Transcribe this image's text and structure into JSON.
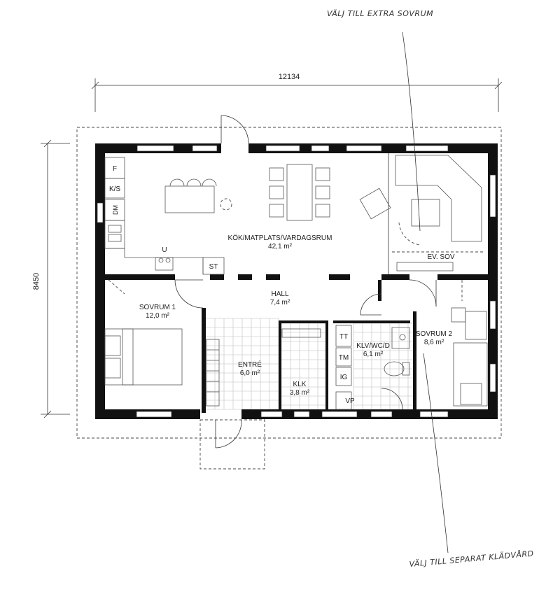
{
  "dimensions": {
    "width": "12134",
    "height": "8450"
  },
  "annotations": {
    "extra_bedroom": "VÄLJ TILL EXTRA SOVRUM",
    "separate_closet": "VÄLJ TILL SEPARAT KLÄDVÅRD"
  },
  "rooms": {
    "kitchen_living": {
      "name": "KÖK/MATPLATS/VARDAGSRUM",
      "area": "42,1 m²"
    },
    "optional_bedroom": {
      "name": "EV. SOV"
    },
    "hall": {
      "name": "HALL",
      "area": "7,4 m²"
    },
    "bedroom1": {
      "name": "SOVRUM 1",
      "area": "12,0 m²"
    },
    "entrance": {
      "name": "ENTRÉ",
      "area": "6,0 m²"
    },
    "closet": {
      "name": "KLK",
      "area": "3,8 m²"
    },
    "laundry_bath": {
      "name": "KLV/WC/D",
      "area": "6,1 m²"
    },
    "bedroom2": {
      "name": "SOVRUM 2",
      "area": "8,6 m²"
    }
  },
  "fixtures": {
    "fridge": "F",
    "fridge_freezer": "K/S",
    "dishwasher": "DM",
    "stove": "U",
    "storage": "ST",
    "dryer": "TT",
    "washer": "TM",
    "ig": "IG",
    "water_heater": "VP"
  }
}
